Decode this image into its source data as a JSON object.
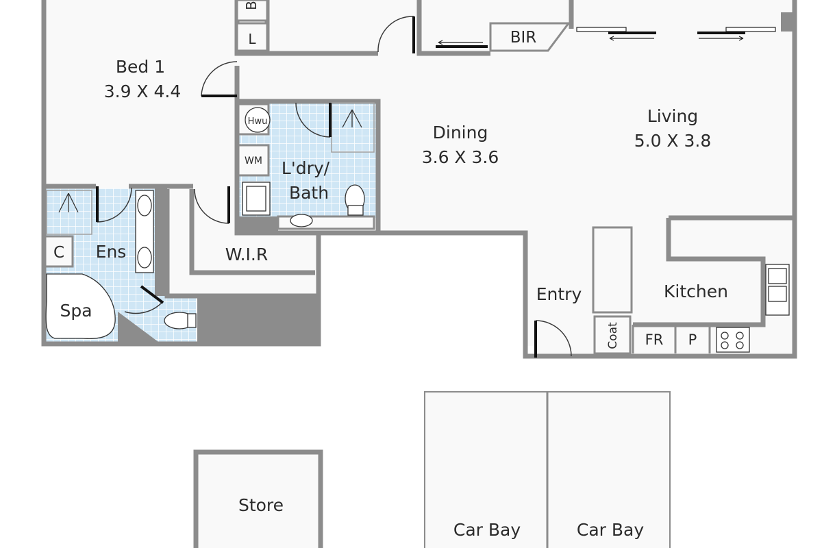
{
  "rooms": {
    "bed1": {
      "name": "Bed 1",
      "dims": "3.9 X 4.4"
    },
    "living": {
      "name": "Living",
      "dims": "5.0 X 3.8"
    },
    "dining": {
      "name": "Dining",
      "dims": "3.6 X 3.6"
    },
    "laundry_bath": {
      "name_line1": "L'dry/",
      "name_line2": "Bath"
    },
    "ensuite": {
      "name": "Ens"
    },
    "wir": {
      "name": "W.I.R"
    },
    "spa": {
      "name": "Spa"
    },
    "entry": {
      "name": "Entry"
    },
    "kitchen": {
      "name": "Kitchen"
    },
    "store": {
      "name": "Store"
    },
    "car_bay_1": {
      "name": "Car Bay"
    },
    "car_bay_2": {
      "name": "Car Bay"
    }
  },
  "fixtures": {
    "bir": "BIR",
    "linen": "L",
    "broom": "B",
    "hwu": "Hwu",
    "wm": "WM",
    "cupboard": "C",
    "coat": "Coat",
    "fridge": "FR",
    "pantry": "P"
  },
  "colors": {
    "wall": "#8c8c8c",
    "wet_area_tile": "#d6ebf7",
    "tile_grid": "#ffffff",
    "floor": "#fafafa",
    "void": "#8c8c8c"
  }
}
